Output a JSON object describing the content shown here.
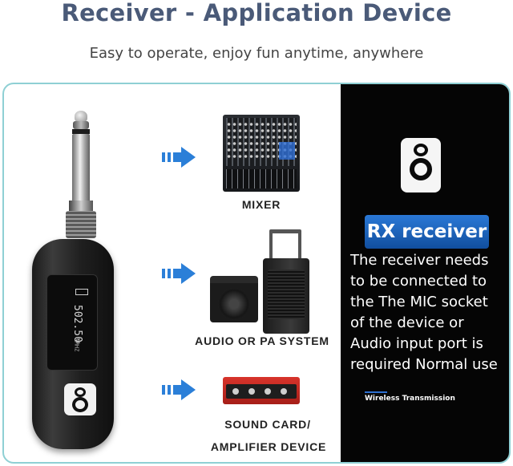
{
  "header": {
    "title": "Receiver - Application Device",
    "subtitle": "Easy to operate, enjoy fun anytime, anywhere"
  },
  "device": {
    "screen_freq": "502.50",
    "screen_unit": "MHZ"
  },
  "applications": [
    {
      "label": "MIXER",
      "icon": "mixer-icon"
    },
    {
      "label": "AUDIO OR PA SYSTEM",
      "icon": "pa-system-icon"
    },
    {
      "label_line1": "SOUND CARD/",
      "label_line2": "AMPLIFIER DEVICE",
      "icon": "sound-card-icon"
    }
  ],
  "rx_panel": {
    "badge": "RX receiver",
    "description_lines": [
      "The receiver needs",
      "to be connected to",
      "the The MIC socket",
      "of the device or",
      "Audio input port is",
      "required  Normal use"
    ],
    "wireless_label": "Wireless Transmission"
  },
  "colors": {
    "title": "#4a5a78",
    "frame_border": "#8fd0d4",
    "arrow": "#2b7fd8",
    "badge": "#1f65c0",
    "dark_panel": "#050505"
  }
}
